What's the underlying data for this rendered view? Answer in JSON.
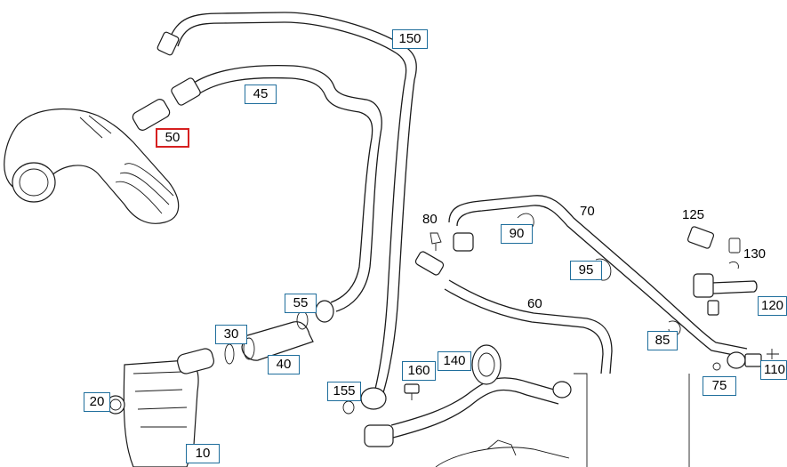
{
  "callouts": [
    {
      "id": "150",
      "label": "150",
      "selected": false
    },
    {
      "id": "45",
      "label": "45",
      "selected": false
    },
    {
      "id": "50",
      "label": "50",
      "selected": true
    },
    {
      "id": "90",
      "label": "90",
      "selected": false
    },
    {
      "id": "95",
      "label": "95",
      "selected": false
    },
    {
      "id": "55",
      "label": "55",
      "selected": false
    },
    {
      "id": "30",
      "label": "30",
      "selected": false
    },
    {
      "id": "40",
      "label": "40",
      "selected": false
    },
    {
      "id": "20",
      "label": "20",
      "selected": false
    },
    {
      "id": "10",
      "label": "10",
      "selected": false
    },
    {
      "id": "155",
      "label": "155",
      "selected": false
    },
    {
      "id": "160",
      "label": "160",
      "selected": false
    },
    {
      "id": "140",
      "label": "140",
      "selected": false
    },
    {
      "id": "85",
      "label": "85",
      "selected": false
    },
    {
      "id": "75",
      "label": "75",
      "selected": false
    },
    {
      "id": "120",
      "label": "120",
      "selected": false
    },
    {
      "id": "110",
      "label": "110",
      "selected": false
    }
  ],
  "plain_labels": {
    "l80": "80",
    "l70": "70",
    "l60": "60",
    "l125": "125",
    "l130": "130"
  },
  "colors": {
    "callout_border": "#1f6e9c",
    "selected_border": "#d62020"
  }
}
